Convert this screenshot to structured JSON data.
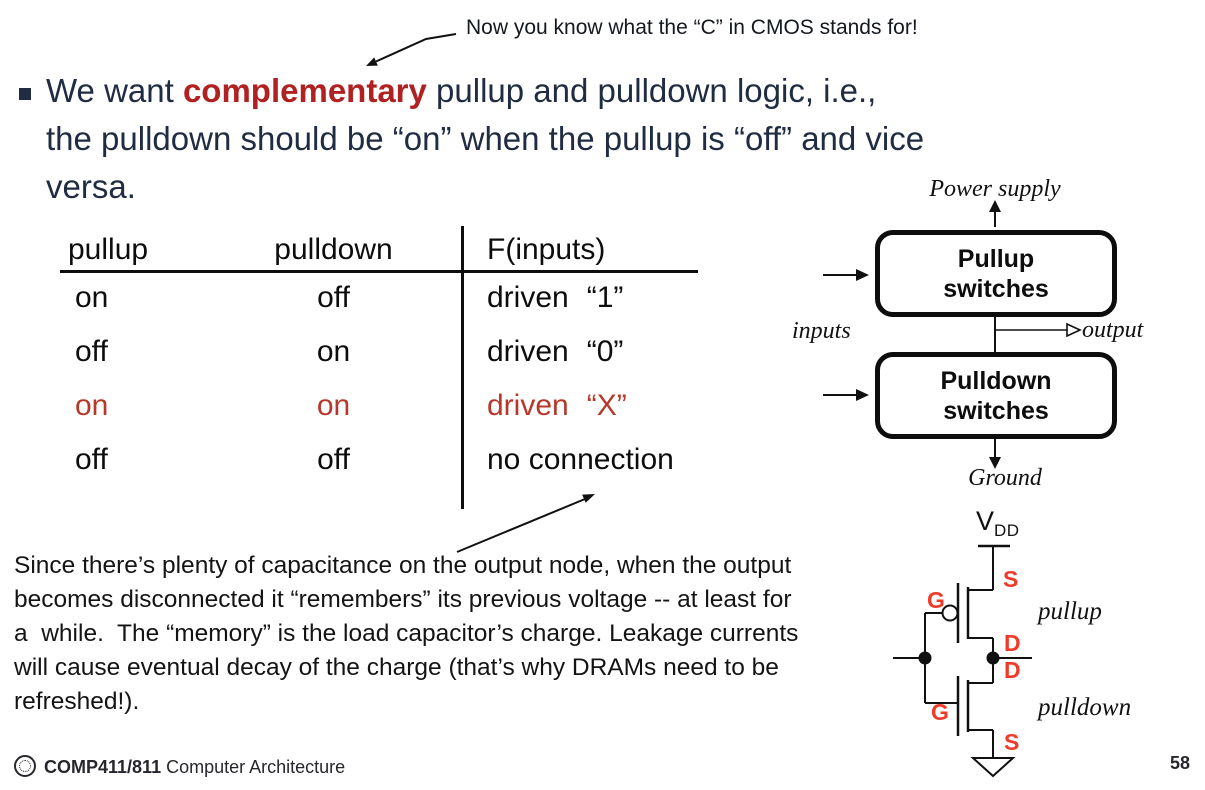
{
  "colors": {
    "body_text": "#202c42",
    "highlight_red": "#b12121",
    "table_red": "#b5382a",
    "schematic_red": "#ee3b2a",
    "ink_black": "#0d0d0d"
  },
  "annotation": {
    "text": "Now you know what the “C” in CMOS stands for!"
  },
  "bullet": {
    "line1_pre": "We want ",
    "highlight": "complementary",
    "line1_post": " pullup and pulldown logic, i.e.,",
    "line2": "the pulldown should be “on” when the pullup is “off” and vice",
    "line3": "versa."
  },
  "table": {
    "headers": [
      "pullup",
      "pulldown",
      "F(inputs)"
    ],
    "rows": [
      {
        "pullup": "on",
        "pulldown": "off",
        "f": "driven",
        "val": "“1”"
      },
      {
        "pullup": "off",
        "pulldown": "on",
        "f": "driven",
        "val": "“0”"
      },
      {
        "pullup": "on",
        "pulldown": "on",
        "f": "driven",
        "val": "“X”"
      },
      {
        "pullup": "off",
        "pulldown": "off",
        "f": "no connection",
        "val": ""
      }
    ]
  },
  "block_diagram": {
    "power_supply": "Power supply",
    "pullup_line1": "Pullup",
    "pullup_line2": "switches",
    "inputs": "inputs",
    "output": "output",
    "pulldown_line1": "Pulldown",
    "pulldown_line2": "switches",
    "ground": "Ground"
  },
  "schematic": {
    "vdd_main": "V",
    "vdd_sub": "DD",
    "pmos_gate": "G",
    "pmos_source": "S",
    "pmos_drain": "D",
    "nmos_drain": "D",
    "nmos_gate": "G",
    "nmos_source": "S",
    "pullup_label": "pullup",
    "pulldown_label": "pulldown"
  },
  "note": {
    "lines": [
      "Since there’s plenty of capacitance on the output node, when the output",
      "becomes disconnected it “remembers” its previous voltage -- at least for",
      "a  while.  The “memory” is the load capacitor’s charge. Leakage currents",
      "will cause eventual decay of the charge (that’s why DRAMs need to be",
      "refreshed!)."
    ]
  },
  "footer": {
    "course": "COMP411/811",
    "course_title": " Computer Architecture",
    "page": "58"
  }
}
